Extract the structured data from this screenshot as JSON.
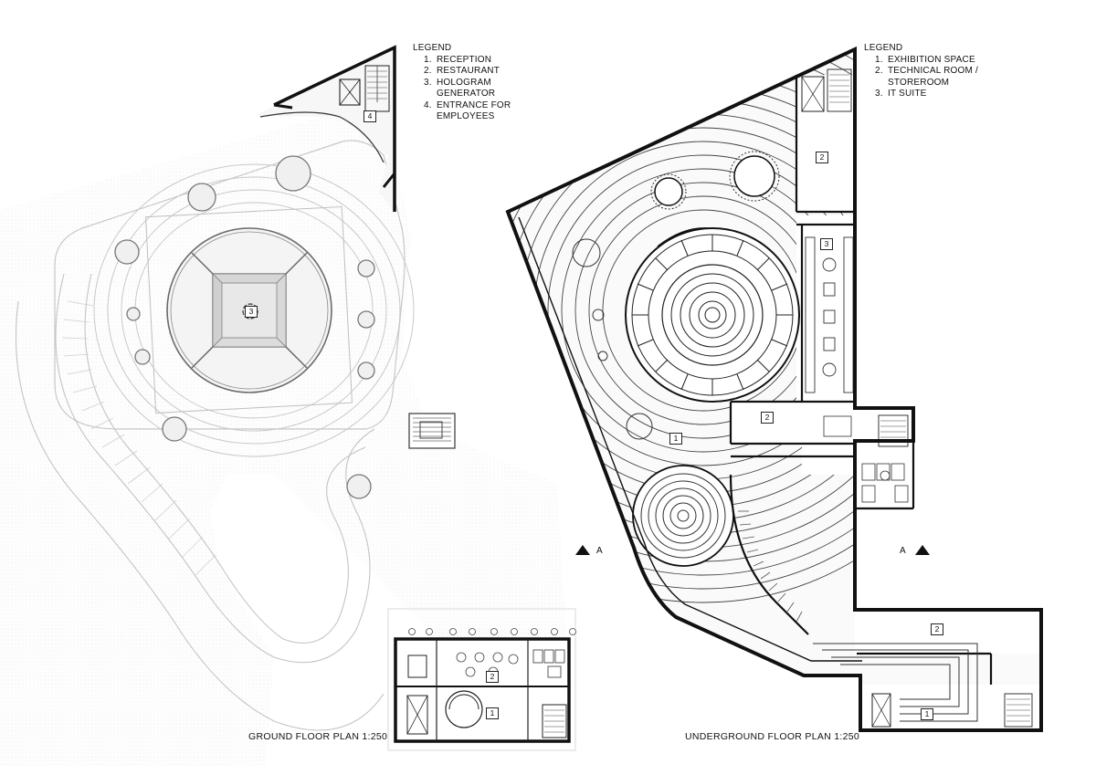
{
  "ground_plan": {
    "legend_title": "LEGEND",
    "legend": [
      {
        "n": "1.",
        "t": "RECEPTION"
      },
      {
        "n": "2.",
        "t": "RESTAURANT"
      },
      {
        "n": "3.",
        "t": "HOLOGRAM GENERATOR"
      },
      {
        "n": "4.",
        "t": "ENTRANCE FOR EMPLOYEES"
      }
    ],
    "title": "GROUND FLOOR PLAN 1:250",
    "tags": [
      "1",
      "2",
      "3",
      "4"
    ],
    "section": "A"
  },
  "underground_plan": {
    "legend_title": "LEGEND",
    "legend": [
      {
        "n": "1.",
        "t": "EXHIBITION SPACE"
      },
      {
        "n": "2.",
        "t": "TECHNICAL ROOM / STOREROOM"
      },
      {
        "n": "3.",
        "t": "IT SUITE"
      }
    ],
    "title": "UNDERGROUND FLOOR PLAN 1:250",
    "tags": [
      "1",
      "1",
      "2",
      "2",
      "2",
      "3"
    ],
    "section": "A"
  }
}
